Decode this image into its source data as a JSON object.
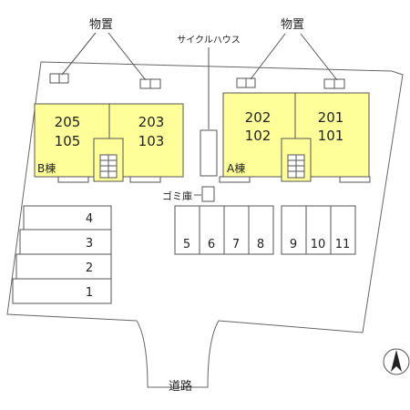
{
  "labels": {
    "storage_left": "物置",
    "storage_right": "物置",
    "cycle_house": "サイクルハウス",
    "trash": "ゴミ庫",
    "road": "道路"
  },
  "buildings": {
    "b": {
      "name": "B棟",
      "rooms": [
        {
          "upper": "205",
          "lower": "105"
        },
        {
          "upper": "203",
          "lower": "103"
        }
      ]
    },
    "a": {
      "name": "A棟",
      "rooms": [
        {
          "upper": "202",
          "lower": "102"
        },
        {
          "upper": "201",
          "lower": "101"
        }
      ]
    }
  },
  "parking": {
    "left_stack": [
      "4",
      "3",
      "2",
      "1"
    ],
    "middle_row": [
      "5",
      "6",
      "7",
      "8"
    ],
    "right_row": [
      "9",
      "10",
      "11"
    ]
  },
  "colors": {
    "building_fill": "#ffff99",
    "line": "#555555",
    "background": "#ffffff"
  }
}
